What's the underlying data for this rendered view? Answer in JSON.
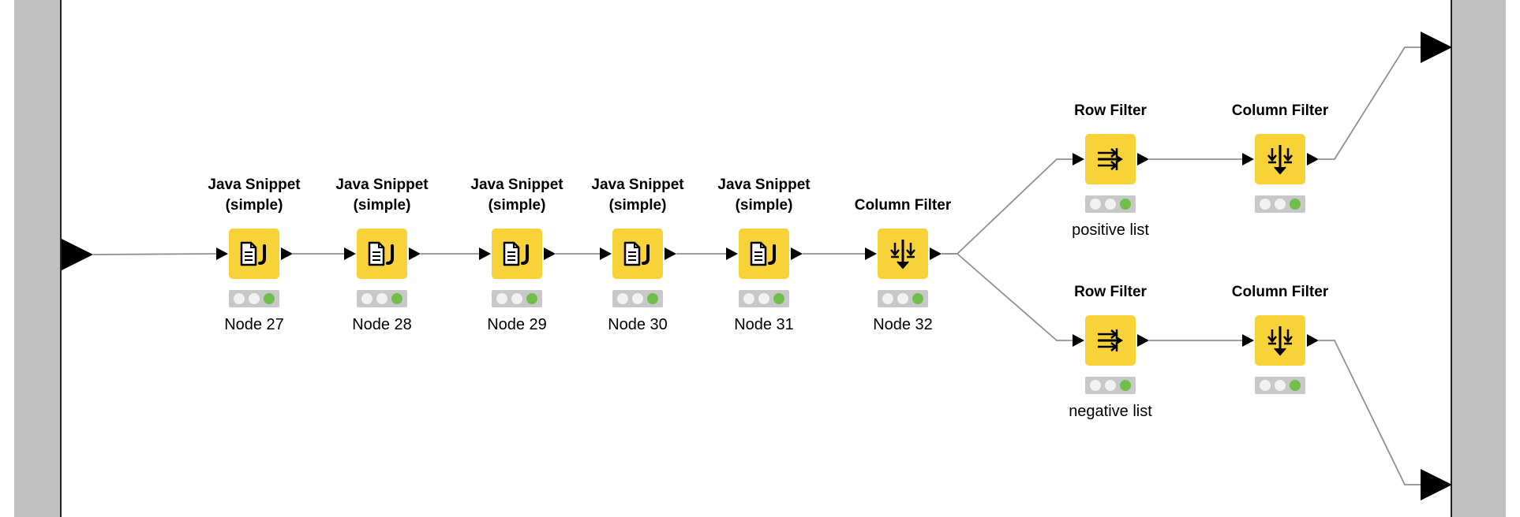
{
  "canvas": {
    "background": "#ffffff",
    "metanode_bar_color": "#c0c0c0",
    "node_color": "#f8d239",
    "status_green": "#6fbf4a"
  },
  "nodes": [
    {
      "id": "n27",
      "title": "Java Snippet (simple)",
      "label": "Node 27",
      "icon": "java-snippet-icon"
    },
    {
      "id": "n28",
      "title": "Java Snippet (simple)",
      "label": "Node 28",
      "icon": "java-snippet-icon"
    },
    {
      "id": "n29",
      "title": "Java Snippet (simple)",
      "label": "Node 29",
      "icon": "java-snippet-icon"
    },
    {
      "id": "n30",
      "title": "Java Snippet (simple)",
      "label": "Node 30",
      "icon": "java-snippet-icon"
    },
    {
      "id": "n31",
      "title": "Java Snippet (simple)",
      "label": "Node 31",
      "icon": "java-snippet-icon"
    },
    {
      "id": "n32",
      "title": "Column Filter",
      "label": "Node 32",
      "icon": "column-filter-icon"
    },
    {
      "id": "rf1",
      "title": "Row Filter",
      "label": "positive list",
      "icon": "row-filter-icon"
    },
    {
      "id": "cf1",
      "title": "Column Filter",
      "label": "",
      "icon": "column-filter-icon"
    },
    {
      "id": "rf2",
      "title": "Row Filter",
      "label": "negative list",
      "icon": "row-filter-icon"
    },
    {
      "id": "cf2",
      "title": "Column Filter",
      "label": "",
      "icon": "column-filter-icon"
    }
  ],
  "connections": [
    [
      "meta-in",
      "n27"
    ],
    [
      "n27",
      "n28"
    ],
    [
      "n28",
      "n29"
    ],
    [
      "n29",
      "n30"
    ],
    [
      "n30",
      "n31"
    ],
    [
      "n31",
      "n32"
    ],
    [
      "n32",
      "rf1"
    ],
    [
      "n32",
      "rf2"
    ],
    [
      "rf1",
      "cf1"
    ],
    [
      "rf2",
      "cf2"
    ],
    [
      "cf1",
      "meta-out-1"
    ],
    [
      "cf2",
      "meta-out-2"
    ]
  ]
}
